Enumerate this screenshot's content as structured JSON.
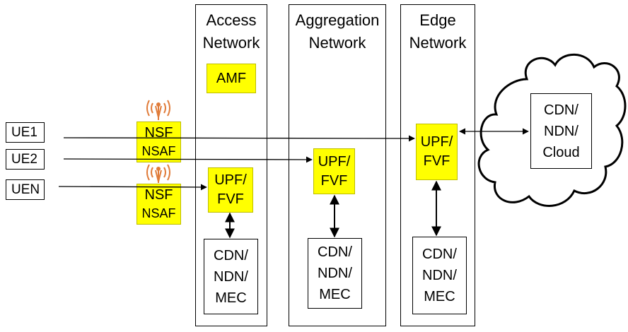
{
  "columns": {
    "access": {
      "line1": "Access",
      "line2": "Network"
    },
    "aggregation": {
      "line1": "Aggregation",
      "line2": "Network"
    },
    "edge": {
      "line1": "Edge",
      "line2": "Network"
    }
  },
  "ues": [
    "UE1",
    "UE2",
    "UEN"
  ],
  "amf": "AMF",
  "nsf_top": {
    "line1": "NSF",
    "line2": "NSAF"
  },
  "nsf_bottom": {
    "line1": "NSF",
    "line2": "NSAF"
  },
  "upf_access": {
    "line1": "UPF/",
    "line2": "FVF"
  },
  "upf_aggregation": {
    "line1": "UPF/",
    "line2": "FVF"
  },
  "upf_edge": {
    "line1": "UPF/",
    "line2": "FVF"
  },
  "cdn_access": {
    "line1": "CDN/",
    "line2": "NDN/",
    "line3": "MEC"
  },
  "cdn_aggregation": {
    "line1": "CDN/",
    "line2": "NDN/",
    "line3": "MEC"
  },
  "cdn_edge": {
    "line1": "CDN/",
    "line2": "NDN/",
    "line3": "MEC"
  },
  "cloud": {
    "line1": "CDN/",
    "line2": "NDN/",
    "line3": "Cloud"
  },
  "colors": {
    "highlight": "#ffff00",
    "antenna": "#e07b39",
    "line": "#000000"
  },
  "icons": {
    "antenna": "radio-tower-icon",
    "cloud": "cloud-icon"
  }
}
